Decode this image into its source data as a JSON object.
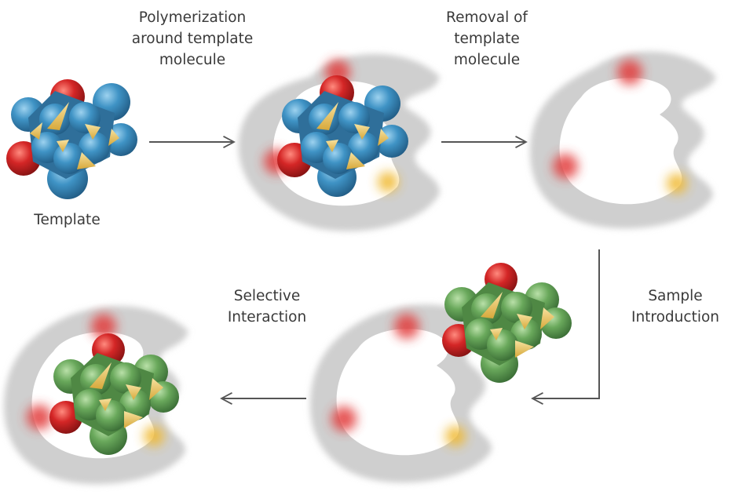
{
  "labels": {
    "polymerization": [
      "Polymerization",
      "around template",
      "molecule"
    ],
    "removal": [
      "Removal of",
      "template",
      "molecule"
    ],
    "template": "Template",
    "selective": [
      "Selective",
      "Interaction"
    ],
    "sample": [
      "Sample",
      "Introduction"
    ]
  },
  "colors": {
    "template_atom": "#3f93c5",
    "sample_atom": "#69a85b",
    "oxygen_atom": "#d42626",
    "sulfur_atom": "#e2bd4e",
    "polymer": "#cfcfcf",
    "arrow": "#555555",
    "red_site": "#e23a3a",
    "yellow_site": "#f0b930"
  },
  "icons": {
    "molecule": "space-filling-molecule-icon",
    "polymer": "polymer-matrix-shape",
    "arrow": "process-arrow"
  }
}
